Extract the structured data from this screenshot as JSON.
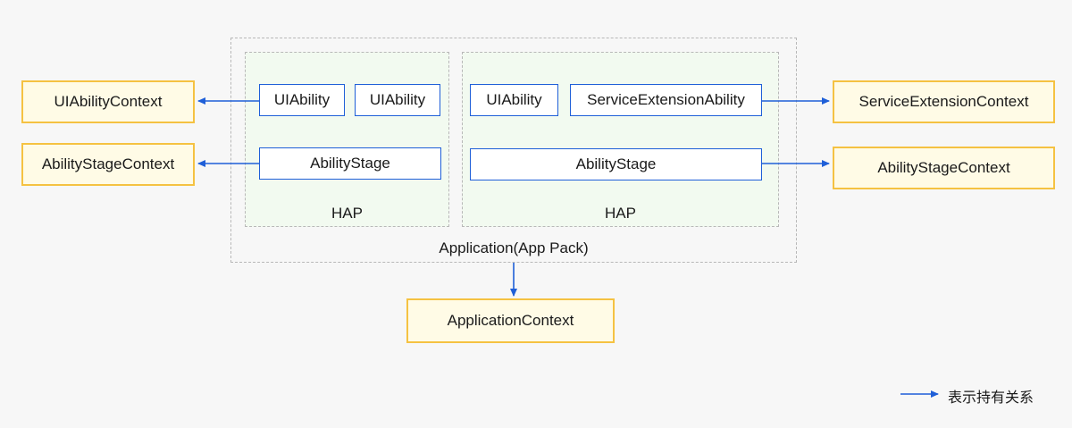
{
  "application": {
    "label": "Application(App Pack)"
  },
  "haps": [
    {
      "label": "HAP",
      "abilities": [
        "UIAbility",
        "UIAbility"
      ],
      "stage": "AbilityStage"
    },
    {
      "label": "HAP",
      "abilities": [
        "UIAbility",
        "ServiceExtensionAbility"
      ],
      "stage": "AbilityStage"
    }
  ],
  "contexts": {
    "left_ui": "UIAbilityContext",
    "left_stage": "AbilityStageContext",
    "right_service": "ServiceExtensionContext",
    "right_stage": "AbilityStageContext",
    "application": "ApplicationContext"
  },
  "legend": {
    "label": "表示持有关系"
  },
  "colors": {
    "arrow": "#1f5fd8",
    "context_border": "#f5c242",
    "hap_bg": "#f2faf0"
  }
}
